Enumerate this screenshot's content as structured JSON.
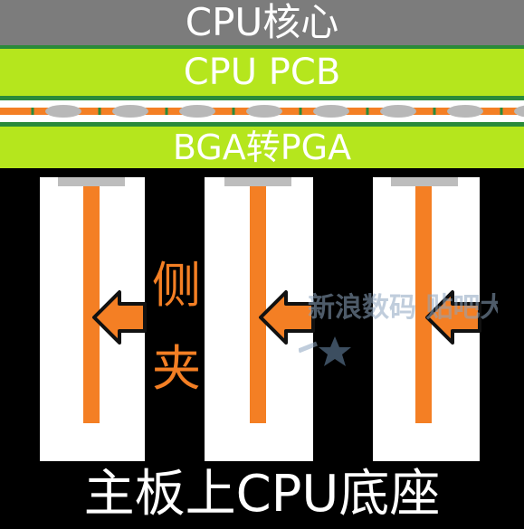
{
  "layers": {
    "cpu_core": "CPU核心",
    "cpu_pcb": "CPU PCB",
    "bga_to_pga": "BGA转PGA",
    "socket": "主板上CPU底座"
  },
  "side_clamp_chars": [
    "侧",
    "夹"
  ],
  "watermark": "新浪数码 贴吧大神 crazy",
  "colors": {
    "core": "#7c7c7c",
    "pcb": "#b5e61d",
    "pin": "#f47f24",
    "pad": "#bdbdbd",
    "separator": "#2a8a3a"
  }
}
